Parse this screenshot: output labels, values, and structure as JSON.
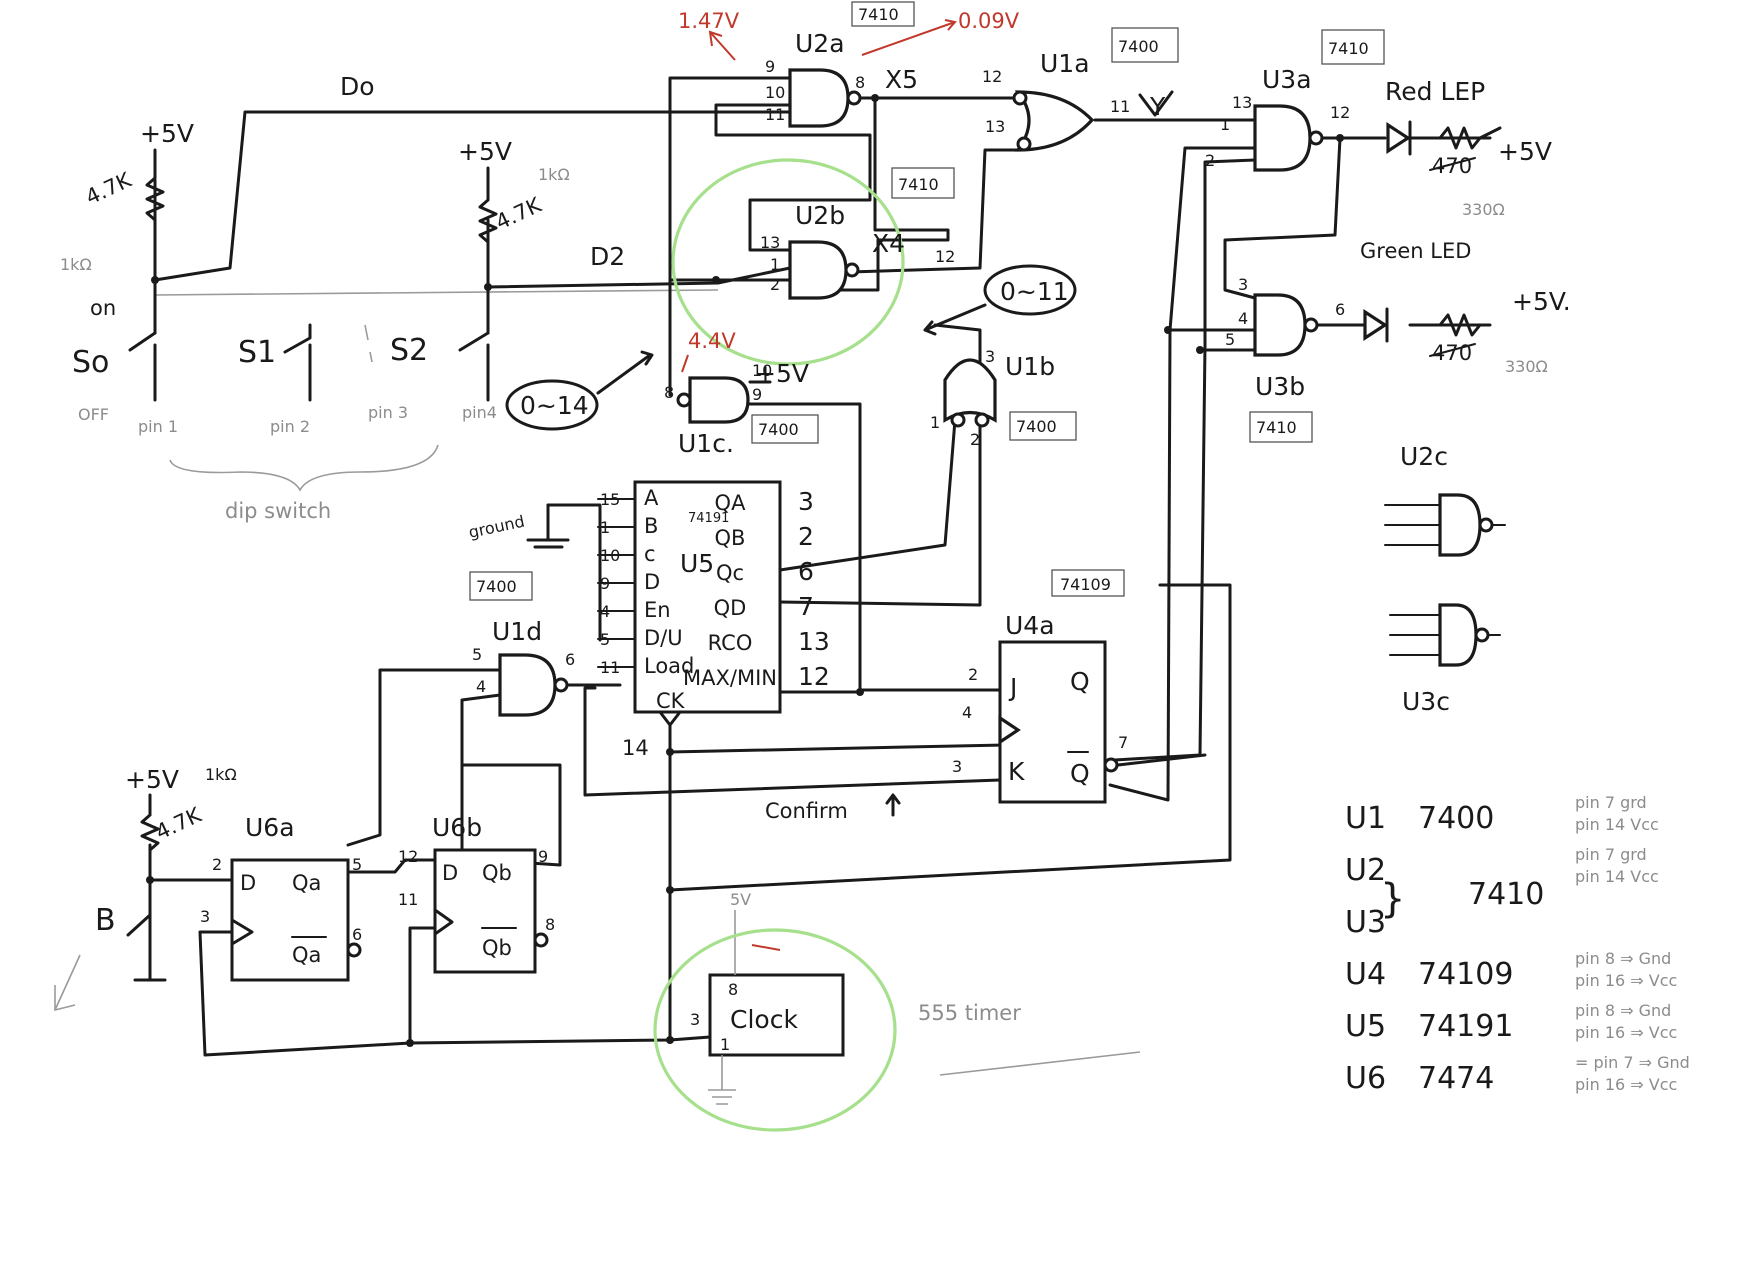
{
  "colors": {
    "ink": "#1a1a1a",
    "annotation": "#c0392b",
    "highlight": "#a6e08c",
    "faint": "#8c8c8c"
  },
  "gates": {
    "u2a": {
      "name": "U2a",
      "part": "7410",
      "pins": [
        "9",
        "10",
        "11",
        "8"
      ]
    },
    "u2b": {
      "name": "U2b",
      "part": "7410",
      "pins": [
        "13",
        "1",
        "2",
        "12"
      ]
    },
    "u1a": {
      "name": "U1a",
      "part": "7400",
      "pins": [
        "12",
        "13",
        "11"
      ]
    },
    "u1b": {
      "name": "U1b",
      "part": "7400",
      "pins": [
        "3",
        "1",
        "2"
      ]
    },
    "u1c": {
      "name": "U1c.",
      "part": "7400",
      "pins": [
        "8",
        "10",
        "9"
      ]
    },
    "u1d": {
      "name": "U1d",
      "part": "7400",
      "pins": [
        "5",
        "4",
        "6"
      ]
    },
    "u3a": {
      "name": "U3a",
      "part": "7410",
      "pins": [
        "13",
        "1",
        "2",
        "12"
      ]
    },
    "u3b": {
      "name": "U3b",
      "part": "7410",
      "pins": [
        "3",
        "4",
        "5",
        "6"
      ]
    },
    "u2c": {
      "name": "U2c"
    },
    "u3c": {
      "name": "U3c"
    }
  },
  "u5": {
    "name": "U5",
    "part": "74191",
    "left_pins": [
      "A",
      "B",
      "c",
      "D",
      "En",
      "D/U",
      "Load"
    ],
    "left_nums": [
      "15",
      "1",
      "10",
      "9",
      "4",
      "5",
      "11"
    ],
    "right_pins": [
      "QA",
      "QB",
      "Qc",
      "QD",
      "RCO",
      "MAX/MIN"
    ],
    "right_nums": [
      "3",
      "2",
      "6",
      "7",
      "13",
      "12"
    ],
    "ck": "CK",
    "ck_pin": "14"
  },
  "u4a": {
    "name": "U4a",
    "part": "74109",
    "j": "J",
    "k": "K",
    "q": "Q",
    "qbar": "Q",
    "pins": [
      "2",
      "4",
      "3",
      "7"
    ]
  },
  "u6a": {
    "name": "U6a",
    "d": "D",
    "q": "Qa",
    "qbar": "Qa",
    "pins": [
      "2",
      "3",
      "5",
      "6"
    ]
  },
  "u6b": {
    "name": "U6b",
    "d": "D",
    "q": "Qb",
    "qbar": "Qb",
    "pins": [
      "12",
      "11",
      "9",
      "8"
    ]
  },
  "clock": {
    "label": "Clock",
    "pin_out": "3",
    "pin_vcc": "8",
    "pin_gnd": "1",
    "vcc": "5V",
    "note": "555 timer"
  },
  "signals": {
    "d0": "Do",
    "d2": "D2",
    "x5": "X5",
    "x4": "X4",
    "y": "Y",
    "b": "B",
    "confirm": "Confirm"
  },
  "supply": {
    "plus5": "+5V",
    "plus5b": "+5V."
  },
  "switches": {
    "s0": "So",
    "s1": "S1",
    "s2": "S2",
    "on": "on",
    "off": "OFF",
    "pins": [
      "pin 1",
      "pin 2",
      "pin 3",
      "pin4"
    ],
    "dip": "dip switch"
  },
  "resistors": {
    "r1k": "1kΩ",
    "r47k": "4.7K",
    "r47": "470",
    "r330": "330Ω"
  },
  "leds": {
    "red": "Red LEP",
    "green": "Green LED"
  },
  "annotations": {
    "v147": "1.47V",
    "v009": "0.09V",
    "v44": "4.4V",
    "range14": "0~14",
    "range11": "0~11",
    "ground": "ground"
  },
  "legend": [
    {
      "ref": "U1",
      "part": "7400",
      "note1": "pin 7 grd",
      "note2": "pin 14 Vcc"
    },
    {
      "ref": "U2",
      "part": "7410",
      "note1": "pin 7 grd",
      "note2": "pin 14 Vcc"
    },
    {
      "ref": "U3",
      "part": "",
      "note1": "",
      "note2": ""
    },
    {
      "ref": "U4",
      "part": "74109",
      "note1": "pin 8 ⇒ Gnd",
      "note2": "pin 16 ⇒ Vcc"
    },
    {
      "ref": "U5",
      "part": "74191",
      "note1": "pin 8 ⇒ Gnd",
      "note2": "pin 16 ⇒ Vcc"
    },
    {
      "ref": "U6",
      "part": "7474",
      "note1": "= pin 7 ⇒ Gnd",
      "note2": "pin 16 ⇒ Vcc"
    }
  ]
}
